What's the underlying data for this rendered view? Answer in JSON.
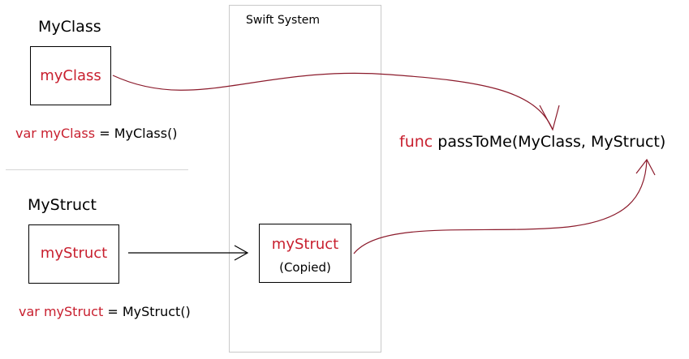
{
  "left": {
    "class_title": "MyClass",
    "class_box_label": "myClass",
    "class_code": {
      "keyword": "var",
      "name": "myClass",
      "rest": "= MyClass()"
    },
    "struct_title": "MyStruct",
    "struct_box_label": "myStruct",
    "struct_code": {
      "keyword": "var",
      "name": "myStruct",
      "rest": "= MyStruct()"
    }
  },
  "system": {
    "title": "Swift System",
    "copy_box_label": "myStruct",
    "copy_box_note": "(Copied)"
  },
  "function": {
    "keyword": "func",
    "signature": "passToMe(MyClass, MyStruct)"
  },
  "colors": {
    "keyword_red": "#c8202f",
    "curve_red": "#8b1a2b",
    "panel_border": "#c9c9c9",
    "divider": "#d6d6d6"
  }
}
